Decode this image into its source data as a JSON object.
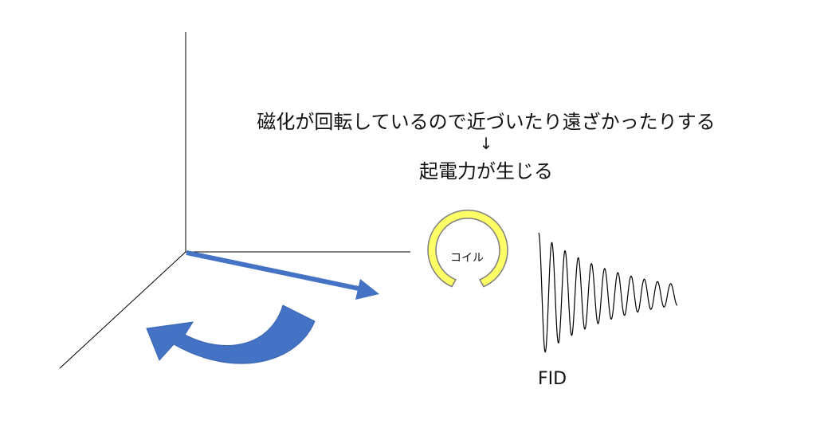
{
  "caption": {
    "line1": "磁化が回転しているので近づいたり遠ざかったりする",
    "arrow": "↓",
    "line2": "起電力が生じる"
  },
  "coil": {
    "label": "コイル",
    "fill_color": "#FFFF66",
    "stroke_color": "#7F7F7F"
  },
  "fid": {
    "label": "FID"
  },
  "colors": {
    "axis": "#000000",
    "magnetization_vector": "#4472C4",
    "rotation_arrow": "#4472C4",
    "signal_line": "#000000"
  }
}
